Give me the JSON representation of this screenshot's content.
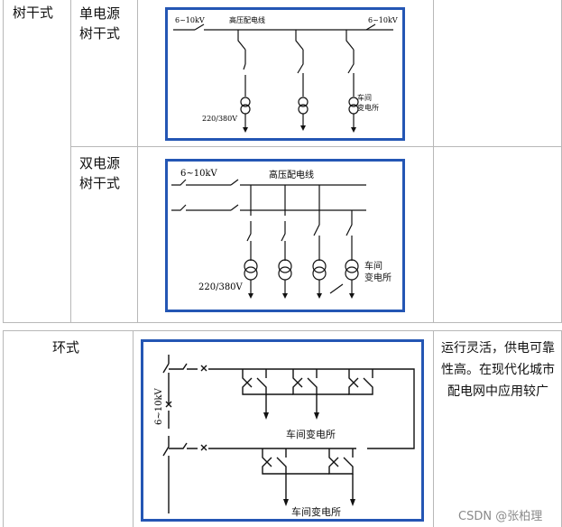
{
  "table1": {
    "category": "树干式",
    "rows": [
      {
        "name": "单电源\n树干式",
        "diagram": {
          "label_left_voltage": "6~10kV",
          "label_line": "高压配电线",
          "label_right_voltage": "6~10kV",
          "label_load_voltage": "220/380V",
          "label_substation": "车间\n变电所"
        }
      },
      {
        "name": "双电源\n树干式",
        "diagram": {
          "label_voltage": "6~10kV",
          "label_line": "高压配电线",
          "label_load_voltage": "220/380V",
          "label_substation": "车间\n变电所"
        }
      }
    ]
  },
  "table2": {
    "category": "环式",
    "note": "运行灵活，供电可靠性高。在现代化城市配电网中应用较广",
    "diagram": {
      "label_voltage": "6~10kV",
      "label_substation_top": "车间变电所",
      "label_substation_bottom": "车间变电所"
    }
  },
  "watermark": "CSDN @张柏理",
  "colors": {
    "frame": "#2456b4",
    "grid": "#b8b8b8"
  }
}
